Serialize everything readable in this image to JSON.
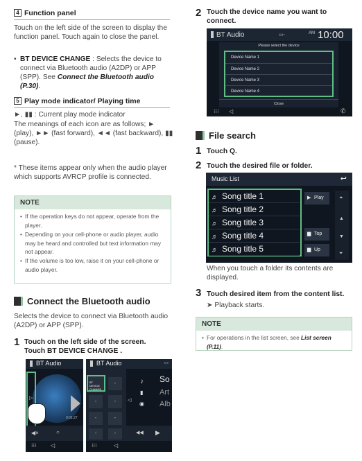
{
  "left": {
    "function_panel": {
      "num": "4",
      "title": "Function panel",
      "desc": "Touch on the left side of the screen to display the function panel. Touch again to close the panel.",
      "bullet_bold": "BT DEVICE CHANGE",
      "bullet_text": " : Selects the device to connect via Bluetooth audio (A2DP) or APP (SPP). See ",
      "bullet_link": "Connect the Bluetooth audio (P.30)",
      "bullet_end": "."
    },
    "play_mode": {
      "num": "5",
      "title": "Play mode indicator/ Playing time",
      "line1": "►, ▮▮ : Current play mode indicator",
      "line2": "The meanings of each icon are as follows; ► (play), ►► (fast forward), ◄◄ (fast backward), ▮▮ (pause)."
    },
    "footnote": "* These items appear only when the audio player which supports AVRCP profile is connected.",
    "note": {
      "head": "NOTE",
      "items": [
        "If the operation keys do not appear, operate from the player.",
        "Depending on your cell-phone or audio player, audio may be heard and controlled but text information may not appear.",
        "If the volume is too low, raise it on your cell-phone or audio player."
      ]
    },
    "connect": {
      "title": "Connect the Bluetooth audio",
      "desc": "Selects the device to connect via Bluetooth audio (A2DP) or APP (SPP).",
      "step1_num": "1",
      "step1_line1": "Touch on the left side of the screen.",
      "step1_line2": "Touch  BT DEVICE CHANGE .",
      "screen1": {
        "title": "BT Audio",
        "time": "0:01:27"
      },
      "screen2": {
        "title": "BT Audio",
        "btn": "BT DEVICE CHANGE",
        "text1": "So",
        "text2": "Art",
        "text3": "Alb"
      }
    }
  },
  "right": {
    "step2_num": "2",
    "step2_text": "Touch the device name you want to connect.",
    "device_screen": {
      "title": "BT Audio",
      "clock": "10:00",
      "am": "AM",
      "dialog_title": "Please select the device",
      "devices": [
        "Device Name 1",
        "Device Name 2",
        "Device Name 3",
        "Device Name 4"
      ],
      "close": "Close"
    },
    "file_search": {
      "title": "File search",
      "step1_num": "1",
      "step1_text": "Touch",
      "step1_icon": "Q",
      "step1_end": ".",
      "step2_num": "2",
      "step2_text": "Touch the desired file or folder.",
      "list_screen": {
        "title": "Music List",
        "songs": [
          "Song title 1",
          "Song title 2",
          "Song title 3",
          "Song title 4",
          "Song title 5"
        ],
        "play": "Play",
        "top": "Top",
        "up": "Up"
      },
      "after": "When you touch a folder its contents are displayed.",
      "step3_num": "3",
      "step3_text": "Touch desired item from the content list.",
      "step3_result": "➤ Playback starts."
    },
    "note": {
      "head": "NOTE",
      "item_pre": "For operations in the list screen, see ",
      "item_link": "List screen (P.11)",
      "item_end": "."
    }
  }
}
